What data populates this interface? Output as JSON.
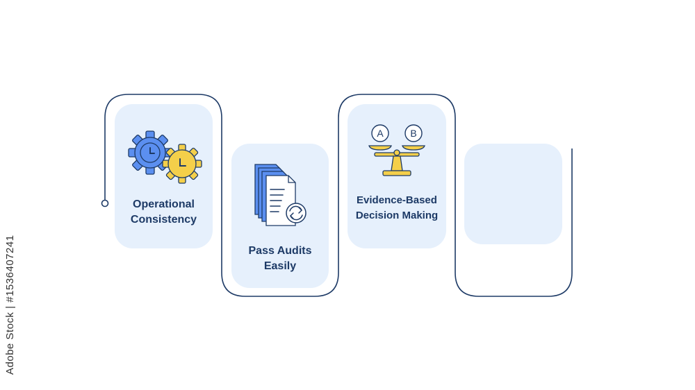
{
  "steps": [
    {
      "id": "step-1",
      "line1": "Operational",
      "line2": "Consistency",
      "icon": "gears-clock-icon"
    },
    {
      "id": "step-2",
      "line1": "Pass Audits",
      "line2": "Easily",
      "icon": "documents-sync-icon"
    },
    {
      "id": "step-3",
      "line1": "Evidence-Based",
      "line2": "Decision Making",
      "icon": "balance-scale-ab-icon"
    },
    {
      "id": "step-4",
      "line1": "",
      "line2": "",
      "icon": ""
    }
  ],
  "scale_labels": {
    "left": "A",
    "right": "B"
  },
  "watermark": "Adobe Stock | #1536407241",
  "colors": {
    "line": "#1d3a66",
    "card": "#e6f0fc",
    "blue": "#5b8ff0",
    "yellow": "#f4cf4a",
    "text": "#1d3a66"
  }
}
